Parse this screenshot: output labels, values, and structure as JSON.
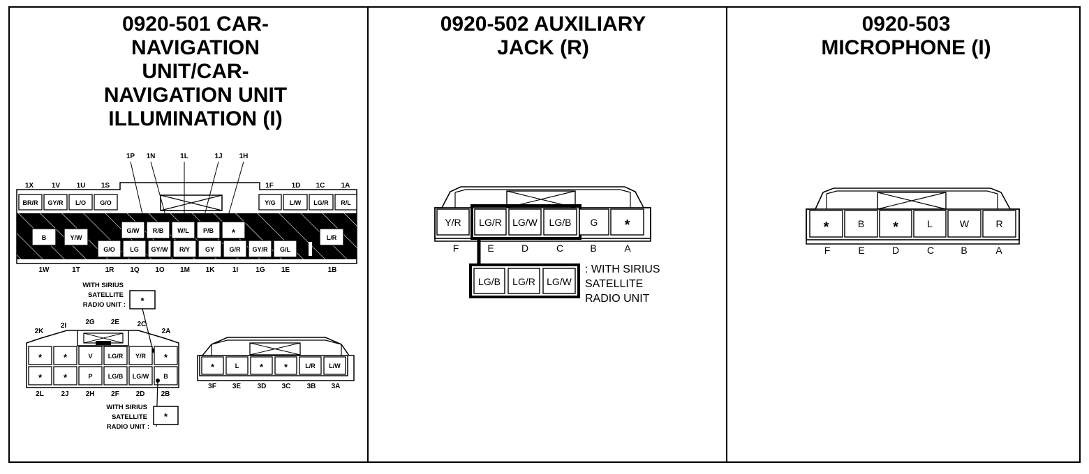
{
  "panels": [
    {
      "title_lines": [
        "0920-501 CAR-",
        "NAVIGATION",
        "UNIT/CAR-",
        "NAVIGATION UNIT",
        "ILLUMINATION (I)"
      ],
      "connector1": {
        "top_left_labels": [
          "1X",
          "1V",
          "1U",
          "1S"
        ],
        "top_left_cells": [
          "BR/R",
          "GY/R",
          "L/O",
          "G/O"
        ],
        "top_right_labels": [
          "1F",
          "1D",
          "1C",
          "1A"
        ],
        "top_right_cells": [
          "Y/G",
          "L/W",
          "LG/R",
          "R/L"
        ],
        "callout_labels": [
          "1P",
          "1N",
          "1L",
          "1J",
          "1H"
        ],
        "band_left_cells": [
          "B",
          "Y/W"
        ],
        "band_right_cell": "L/R",
        "upper_row": [
          "G/W",
          "R/B",
          "W/L",
          "P/B",
          "*"
        ],
        "lower_row": [
          "G/O",
          "LG",
          "GY/W",
          "R/Y",
          "GY",
          "G/R",
          "GY/R",
          "G/L"
        ],
        "bottom_labels": [
          "1W",
          "1T",
          "1R",
          "1Q",
          "1O",
          "1M",
          "1K",
          "1I",
          "1G",
          "1E",
          "1B"
        ]
      },
      "connector2": {
        "note_top": [
          "WITH SIRIUS",
          "SATELLITE",
          "RADIO UNIT :"
        ],
        "note_top_cell": "*",
        "top_labels": [
          "2K",
          "2I",
          "2G",
          "2E",
          "2C",
          "2A"
        ],
        "row1": [
          "*",
          "*",
          "V",
          "LG/R",
          "Y/R",
          "*"
        ],
        "row2": [
          "*",
          "*",
          "P",
          "LG/B",
          "LG/W",
          "B"
        ],
        "bottom_labels": [
          "2L",
          "2J",
          "2H",
          "2F",
          "2D",
          "2B"
        ],
        "note_bottom": [
          "WITH SIRIUS",
          "SATELLITE",
          "RADIO UNIT :"
        ],
        "note_bottom_cell": "*"
      },
      "connector3": {
        "cells": [
          "*",
          "L",
          "*",
          "*",
          "L/R",
          "L/W"
        ],
        "labels": [
          "3F",
          "3E",
          "3D",
          "3C",
          "3B",
          "3A"
        ]
      }
    },
    {
      "title_lines": [
        "0920-502 AUXILIARY",
        "JACK (R)"
      ],
      "cells": [
        "Y/R",
        "LG/R",
        "LG/W",
        "LG/B",
        "G",
        "*"
      ],
      "pin_labels": [
        "F",
        "E",
        "D",
        "C",
        "B",
        "A"
      ],
      "alt_cells": [
        "LG/B",
        "LG/R",
        "LG/W"
      ],
      "alt_note": [
        ": WITH SIRIUS",
        "SATELLITE",
        "RADIO UNIT"
      ]
    },
    {
      "title_lines": [
        "0920-503",
        "MICROPHONE (I)"
      ],
      "cells": [
        "*",
        "B",
        "*",
        "L",
        "W",
        "R"
      ],
      "pin_labels": [
        "F",
        "E",
        "D",
        "C",
        "B",
        "A"
      ]
    }
  ]
}
